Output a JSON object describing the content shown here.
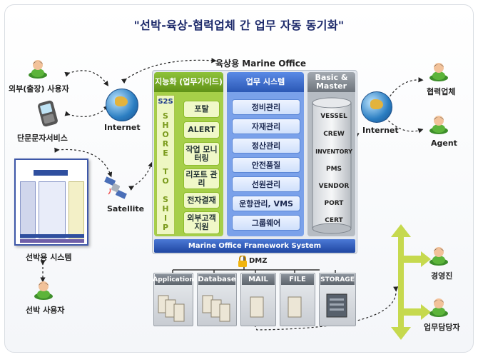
{
  "title": "\"선박-육상-협력업체 간 업무 자동 동기화\"",
  "top_label": "육상용 Marine Office",
  "columns": {
    "smart": {
      "header": "지능화 (업무가이드)",
      "color": "#6fa320"
    },
    "work": {
      "header": "업무 시스템",
      "color": "#3b6fd0"
    },
    "master": {
      "header": "Basic & Master",
      "color": "#7e858d"
    }
  },
  "s2s_label": "S2S",
  "s2s_letters": [
    "S",
    "H",
    "O",
    "R",
    "E",
    "",
    "T",
    "O",
    "",
    "S",
    "H",
    "I",
    "P"
  ],
  "smart_items": [
    "포탈",
    "ALERT",
    "작업 모니터링",
    "리포트 관리",
    "전자결재",
    "외부고객 지원"
  ],
  "work_items": [
    "정비관리",
    "자재관리",
    "정산관리",
    "안전품질",
    "선원관리",
    "운항관리, VMS",
    "그룹웨어"
  ],
  "master_items": [
    "VESSEL",
    "CREW",
    "INVENTORY",
    "PMS",
    "VENDOR",
    "PORT",
    "CERT"
  ],
  "framework_label": "Marine Office Framework System",
  "dmz_label": "DMZ",
  "servers": [
    "Application",
    "Database",
    "MAIL",
    "FILE",
    "STORAGE"
  ],
  "left": {
    "outside_user": "외부(출장) 사용자",
    "sms": "단문문자서비스",
    "internet": "Internet",
    "satellite": "Satellite",
    "ship_system": "선박용 시스템",
    "ship_user": "선박 사용자"
  },
  "right": {
    "internet": "Internet",
    "partner": "협력업체",
    "agent": "Agent",
    "exec": "경영진",
    "staff": "업무담당자"
  },
  "colors": {
    "green_accent": "#8dbb2b",
    "blue_accent": "#3b6fd0",
    "gray_accent": "#7e858d",
    "framework_blue": "#2c56b8",
    "lime_arrow": "#c6d94e"
  }
}
